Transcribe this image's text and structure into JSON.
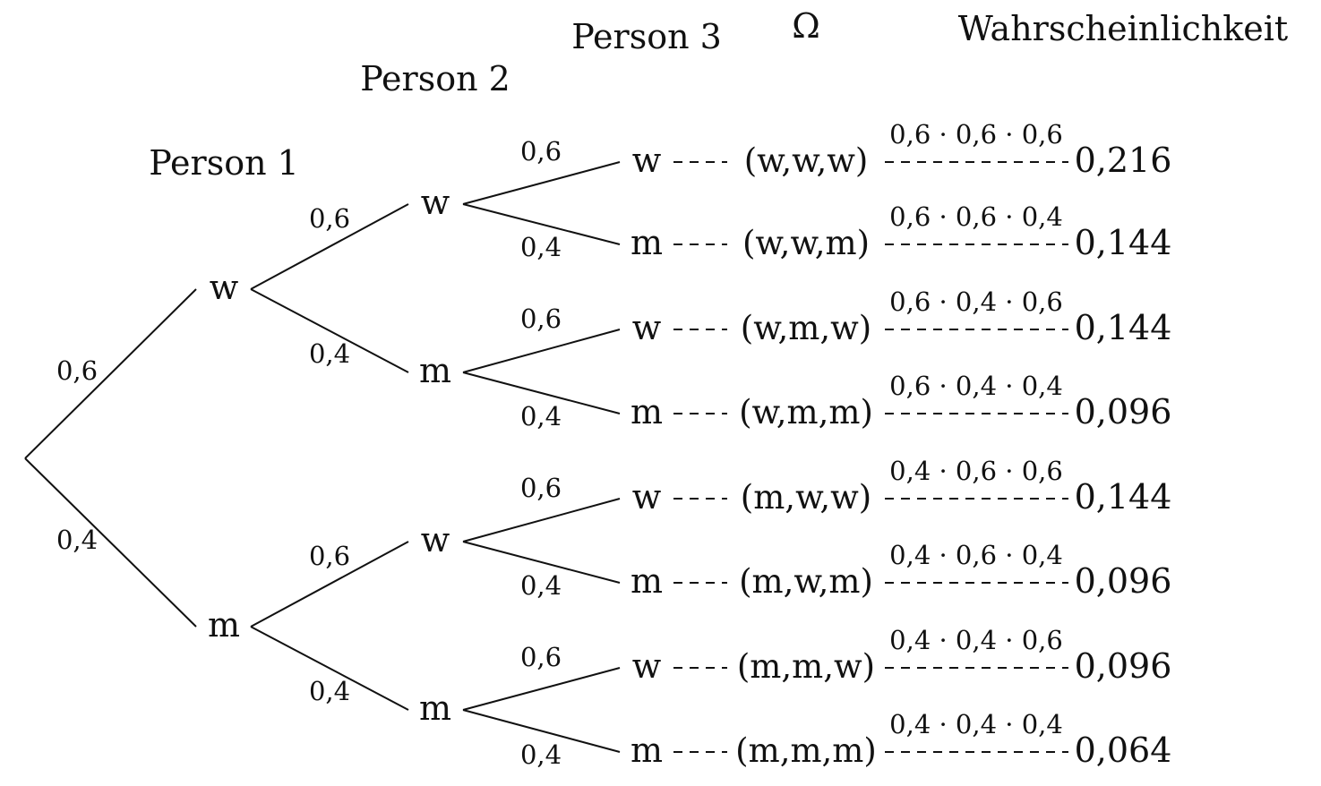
{
  "headers": {
    "person1": "Person 1",
    "person2": "Person 2",
    "person3": "Person 3",
    "omega": "Ω",
    "probability": "Wahrscheinlichkeit"
  },
  "level1": {
    "nodes": [
      "w",
      "m"
    ],
    "edge_probs": [
      "0,6",
      "0,4"
    ]
  },
  "level2": {
    "nodes": [
      "w",
      "m",
      "w",
      "m"
    ],
    "edge_probs": [
      "0,6",
      "0,4",
      "0,6",
      "0,4"
    ]
  },
  "level3": {
    "nodes": [
      "w",
      "m",
      "w",
      "m",
      "w",
      "m",
      "w",
      "m"
    ],
    "edge_probs": [
      "0,6",
      "0,4",
      "0,6",
      "0,4",
      "0,6",
      "0,4",
      "0,6",
      "0,4"
    ]
  },
  "outcomes": [
    "(w,w,w)",
    "(w,w,m)",
    "(w,m,w)",
    "(w,m,m)",
    "(m,w,w)",
    "(m,w,m)",
    "(m,m,w)",
    "(m,m,m)"
  ],
  "products": [
    "0,6 · 0,6 · 0,6",
    "0,6 · 0,6 · 0,4",
    "0,6 · 0,4 · 0,6",
    "0,6 · 0,4 · 0,4",
    "0,4 · 0,6 · 0,6",
    "0,4 · 0,6 · 0,4",
    "0,4 · 0,4 · 0,6",
    "0,4 · 0,4 · 0,4"
  ],
  "probabilities": [
    "0,216",
    "0,144",
    "0,144",
    "0,096",
    "0,144",
    "0,096",
    "0,096",
    "0,064"
  ]
}
